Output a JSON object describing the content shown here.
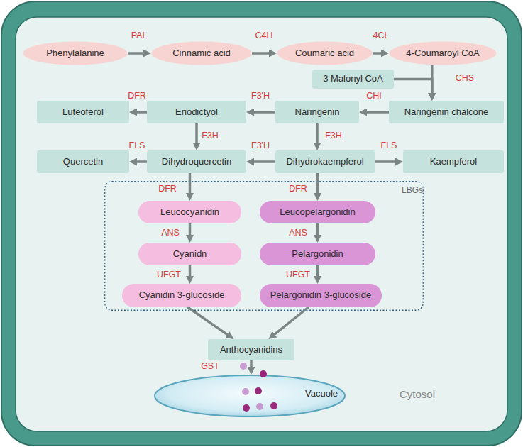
{
  "diagram": {
    "nodes": [
      {
        "text": [
          "Cytosol"
        ]
      },
      {
        "text": [
          "Phenylalanine"
        ],
        "in": 0
      },
      {
        "text": [
          "Cinnamic acid"
        ],
        "in": 0
      },
      {
        "text": [
          "Coumaric acid"
        ],
        "in": 0
      },
      {
        "text": [
          "4-Coumaroyl CoA"
        ],
        "in": 0
      },
      {
        "text": [
          "3 Malonyl CoA"
        ],
        "in": 0
      },
      {
        "text": [
          "Luteoferol"
        ],
        "in": 0
      },
      {
        "text": [
          "Eriodictyol"
        ],
        "in": 0
      },
      {
        "text": [
          "Naringenin"
        ],
        "in": 0
      },
      {
        "text": [
          "Naringenin chalcone"
        ],
        "in": 0
      },
      {
        "text": [
          "Quercetin"
        ],
        "in": 0
      },
      {
        "text": [
          "Dihydroquercetin"
        ],
        "in": 0
      },
      {
        "text": [
          "Dihydrokaempferol"
        ],
        "in": 0
      },
      {
        "text": [
          "Kaempferol"
        ],
        "in": 0
      },
      {
        "text": [
          "LBGs"
        ],
        "in": 0
      },
      {
        "text": [
          "Leucocyanidin"
        ],
        "in": 14
      },
      {
        "text": [
          "Leucopelargonidin"
        ],
        "in": 14
      },
      {
        "text": [
          "Cyanidn"
        ],
        "in": 14
      },
      {
        "text": [
          "Pelargonidin"
        ],
        "in": 14
      },
      {
        "text": [
          "Cyanidin 3-glucoside"
        ],
        "in": 14
      },
      {
        "text": [
          "Pelargonidin 3-glucoside"
        ],
        "in": 14
      },
      {
        "text": [
          "Anthocyanidins"
        ],
        "in": 0
      },
      {
        "text": [
          "Vacuole"
        ],
        "in": 0
      }
    ],
    "edges": [
      {
        "from": 1,
        "to": 2,
        "arrow": "to",
        "label": "PAL"
      },
      {
        "from": 2,
        "to": 3,
        "arrow": "to",
        "label": "C4H"
      },
      {
        "from": 3,
        "to": 4,
        "arrow": "to",
        "label": "4CL"
      },
      {
        "from": 4,
        "to": 9,
        "arrow": "to",
        "label": "CHS"
      },
      {
        "from": 5,
        "to": 9,
        "arrow": "to"
      },
      {
        "from": 9,
        "to": 8,
        "arrow": "to",
        "label": "CHI"
      },
      {
        "from": 8,
        "to": 7,
        "arrow": "to",
        "label": "F3'H"
      },
      {
        "from": 7,
        "to": 6,
        "arrow": "to",
        "label": "DFR"
      },
      {
        "from": 7,
        "to": 11,
        "arrow": "to",
        "label": "F3H"
      },
      {
        "from": 8,
        "to": 12,
        "arrow": "to",
        "label": "F3H"
      },
      {
        "from": 11,
        "to": 10,
        "arrow": "to",
        "label": "FLS"
      },
      {
        "from": 12,
        "to": 11,
        "arrow": "to",
        "label": "F3'H"
      },
      {
        "from": 12,
        "to": 13,
        "arrow": "to",
        "label": "FLS"
      },
      {
        "from": 11,
        "to": 15,
        "arrow": "to",
        "label": "DFR"
      },
      {
        "from": 12,
        "to": 16,
        "arrow": "to",
        "label": "DFR"
      },
      {
        "from": 15,
        "to": 17,
        "arrow": "to",
        "label": "ANS"
      },
      {
        "from": 16,
        "to": 18,
        "arrow": "to",
        "label": "ANS"
      },
      {
        "from": 17,
        "to": 19,
        "arrow": "to",
        "label": "UFGT"
      },
      {
        "from": 18,
        "to": 20,
        "arrow": "to",
        "label": "UFGT"
      },
      {
        "from": 19,
        "to": 21,
        "arrow": "to"
      },
      {
        "from": 20,
        "to": 21,
        "arrow": "to"
      },
      {
        "from": 21,
        "to": 22,
        "arrow": "to",
        "label": "GST"
      }
    ]
  }
}
